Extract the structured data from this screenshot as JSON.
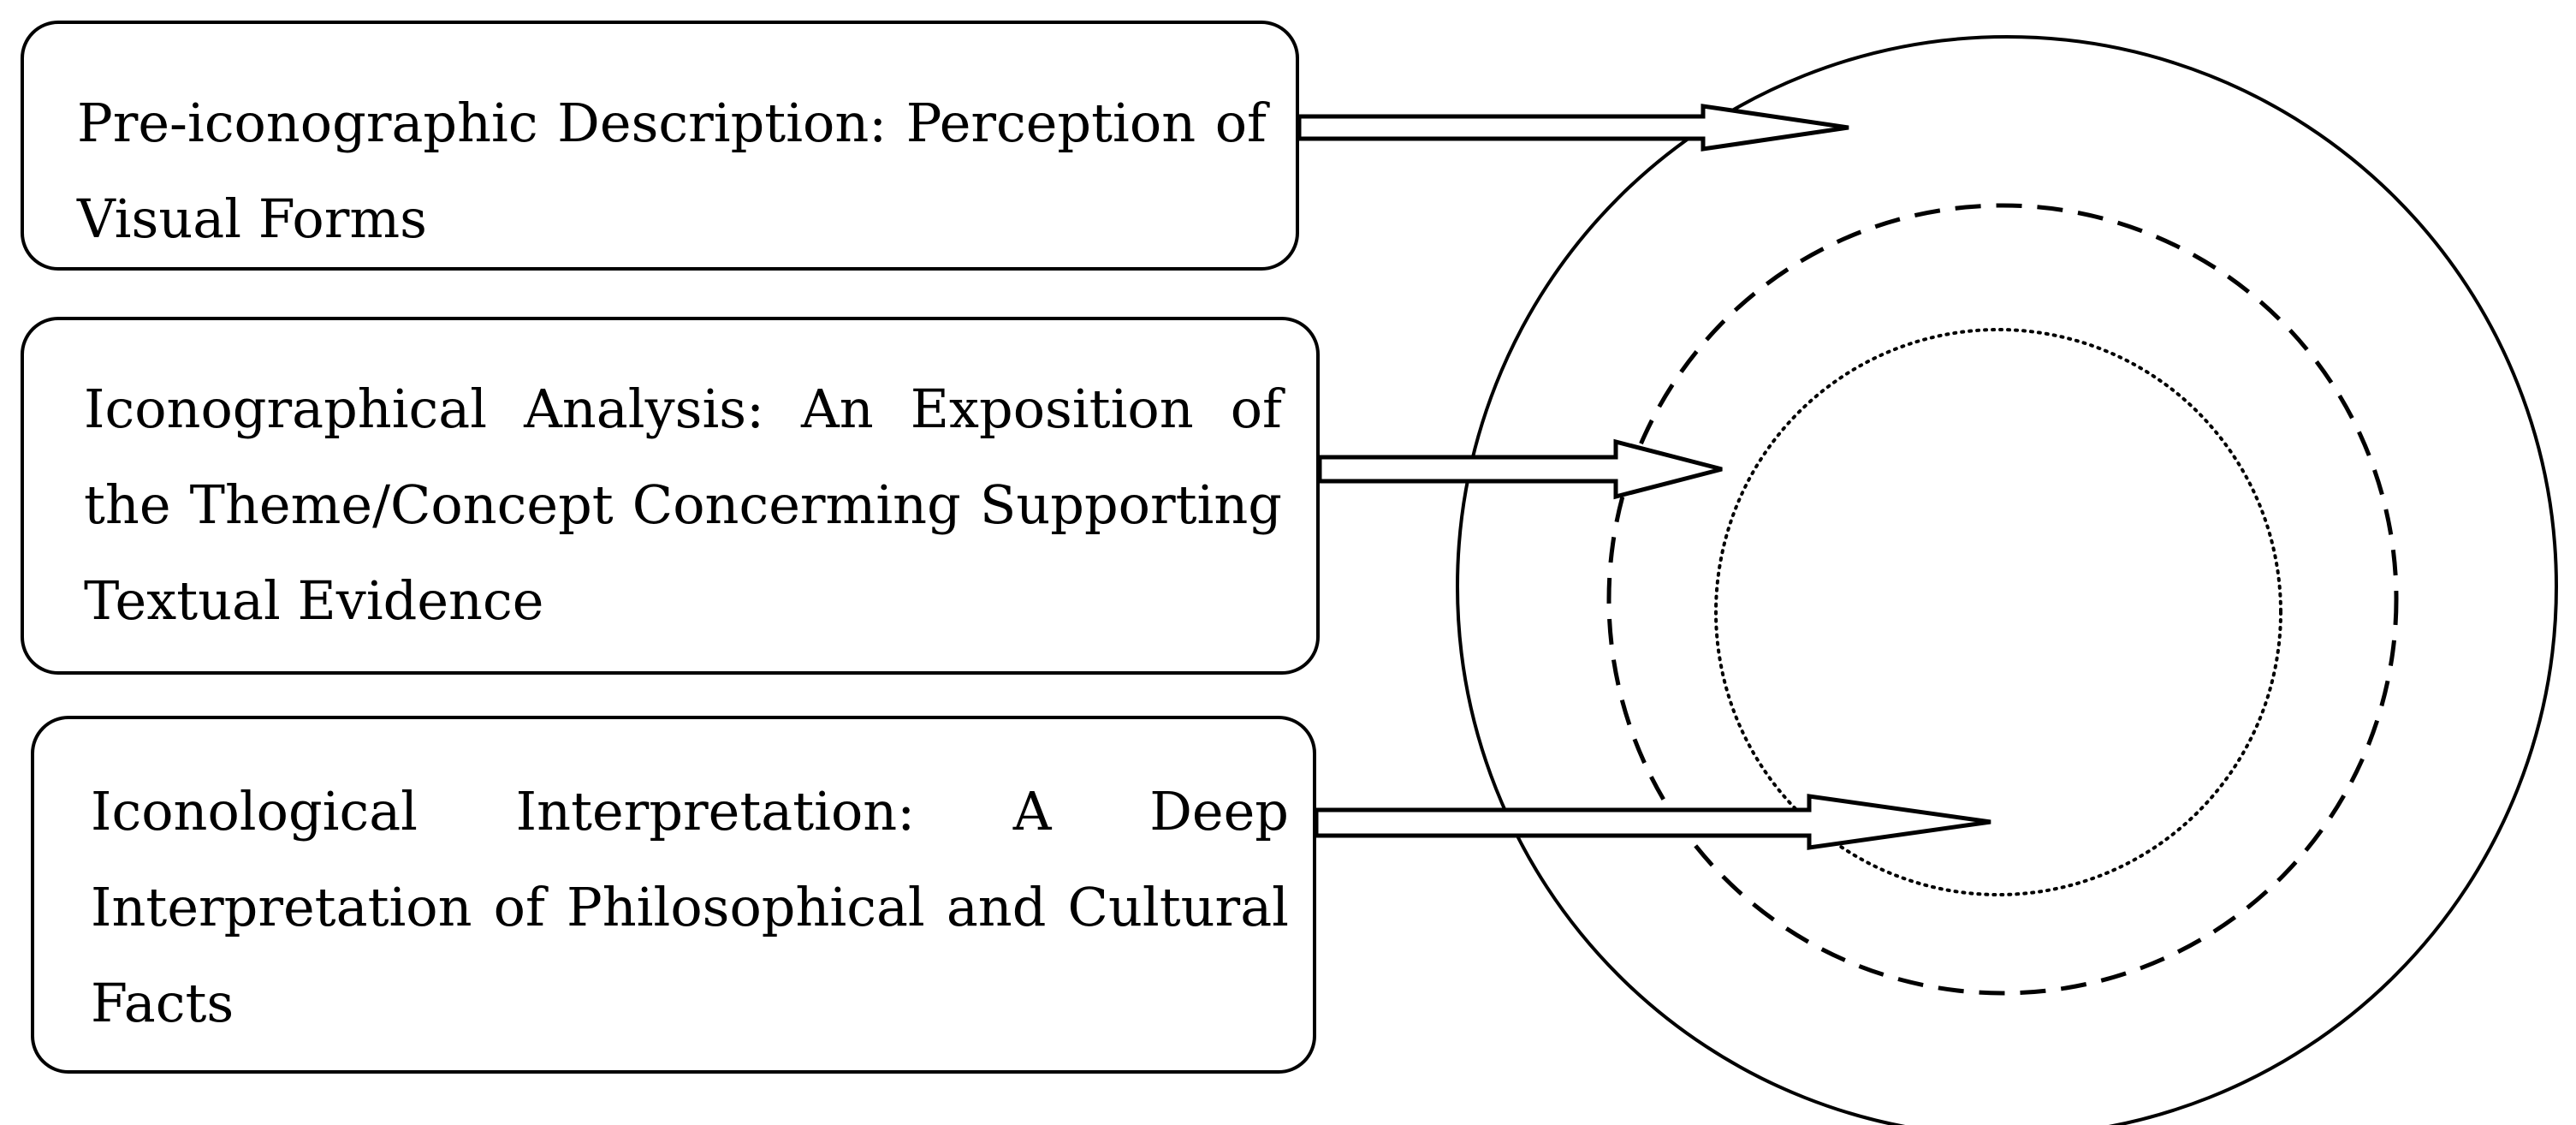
{
  "diagram": {
    "levels": [
      {
        "id": "pre-iconographic",
        "label": "Pre-iconographic Description: Perception of Visual Forms",
        "target_ring": "outer",
        "ring_style": "solid"
      },
      {
        "id": "iconographical",
        "label": "Iconographical Analysis: An Exposition of the Theme/Concept Concerming Supporting Textual Evidence",
        "target_ring": "middle",
        "ring_style": "dashed"
      },
      {
        "id": "iconological",
        "label": "Iconological Interpretation: A Deep Interpretation of Philosophical and Cultural Facts",
        "target_ring": "inner",
        "ring_style": "dotted"
      }
    ],
    "colors": {
      "stroke": "#000000",
      "background": "#ffffff"
    }
  }
}
